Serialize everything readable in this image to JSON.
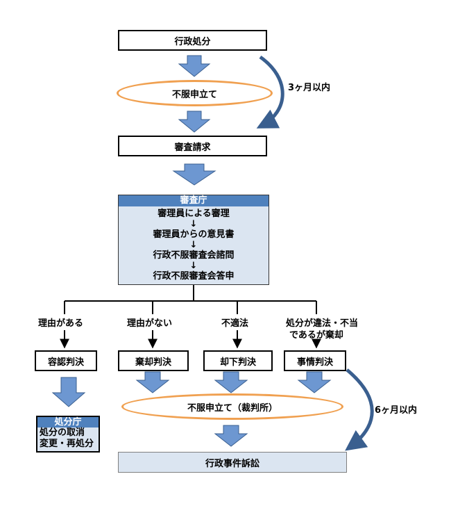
{
  "nodes": {
    "gyosei_shobun": "行政処分",
    "fufuku_moshitate": "不服申立て",
    "shinsa_seikyu": "審査請求",
    "shinsacho": {
      "title": "審査庁",
      "steps": [
        "審理員による審理",
        "↓",
        "審理員からの意見書",
        "↓",
        "行政不服審査会諮問",
        "↓",
        "行政不服審査会答申"
      ]
    },
    "yonin_hanketsu": "容認判決",
    "kiki_hanketsu": "棄却判決",
    "kyakka_hanketsu": "却下判決",
    "jijo_hanketsu": "事情判決",
    "fufuku_saibansho": "不服申立て（裁判所）",
    "gyosei_jiken_sosho": "行政事件訴訟",
    "shobuncho": {
      "title": "処分庁",
      "lines": [
        "処分の取消",
        "変更・再処分"
      ]
    }
  },
  "edge_labels": {
    "three_months": "3ヶ月以内",
    "six_months": "6ヶ月以内",
    "riyu_aru": "理由がある",
    "riyu_nai": "理由がない",
    "futekiho": "不適法",
    "ihou_futo": [
      "処分が違法・不当",
      "であるが棄却"
    ]
  },
  "colors": {
    "block_arrow_fill": "#6d97d1",
    "block_arrow_stroke": "#3a5f8f",
    "ellipse_border": "#f0a050",
    "panel_header": "#4f81bd",
    "panel_fill": "#dbe5f1"
  }
}
